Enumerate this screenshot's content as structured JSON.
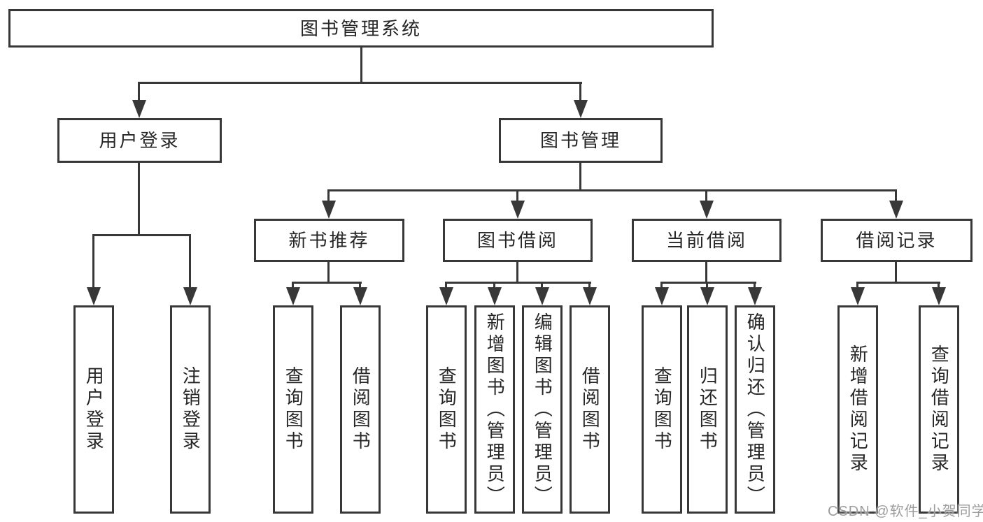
{
  "tree": {
    "root": {
      "label": "图书管理系统"
    },
    "login": {
      "label": "用户登录",
      "children": [
        {
          "label": "用户登录"
        },
        {
          "label": "注销登录"
        }
      ]
    },
    "management": {
      "label": "图书管理",
      "children": [
        {
          "label": "新书推荐",
          "children": [
            {
              "label": "查询图书"
            },
            {
              "label": "借阅图书"
            }
          ]
        },
        {
          "label": "图书借阅",
          "children": [
            {
              "label": "查询图书"
            },
            {
              "label": "新增图书（管理员）"
            },
            {
              "label": "编辑图书（管理员）"
            },
            {
              "label": "借阅图书"
            }
          ]
        },
        {
          "label": "当前借阅",
          "children": [
            {
              "label": "查询图书"
            },
            {
              "label": "归还图书"
            },
            {
              "label": "确认归还（管理员）"
            }
          ]
        },
        {
          "label": "借阅记录",
          "children": [
            {
              "label": "新增借阅记录"
            },
            {
              "label": "查询借阅记录"
            }
          ]
        }
      ]
    }
  },
  "watermark": {
    "text": "CSDN @软件_小贺同学"
  },
  "colors": {
    "line": "#383838",
    "box_border": "#383838",
    "box_fill": "#ffffff",
    "text": "#262626",
    "watermark": "#9d9d9d",
    "background": "#ffffff"
  }
}
